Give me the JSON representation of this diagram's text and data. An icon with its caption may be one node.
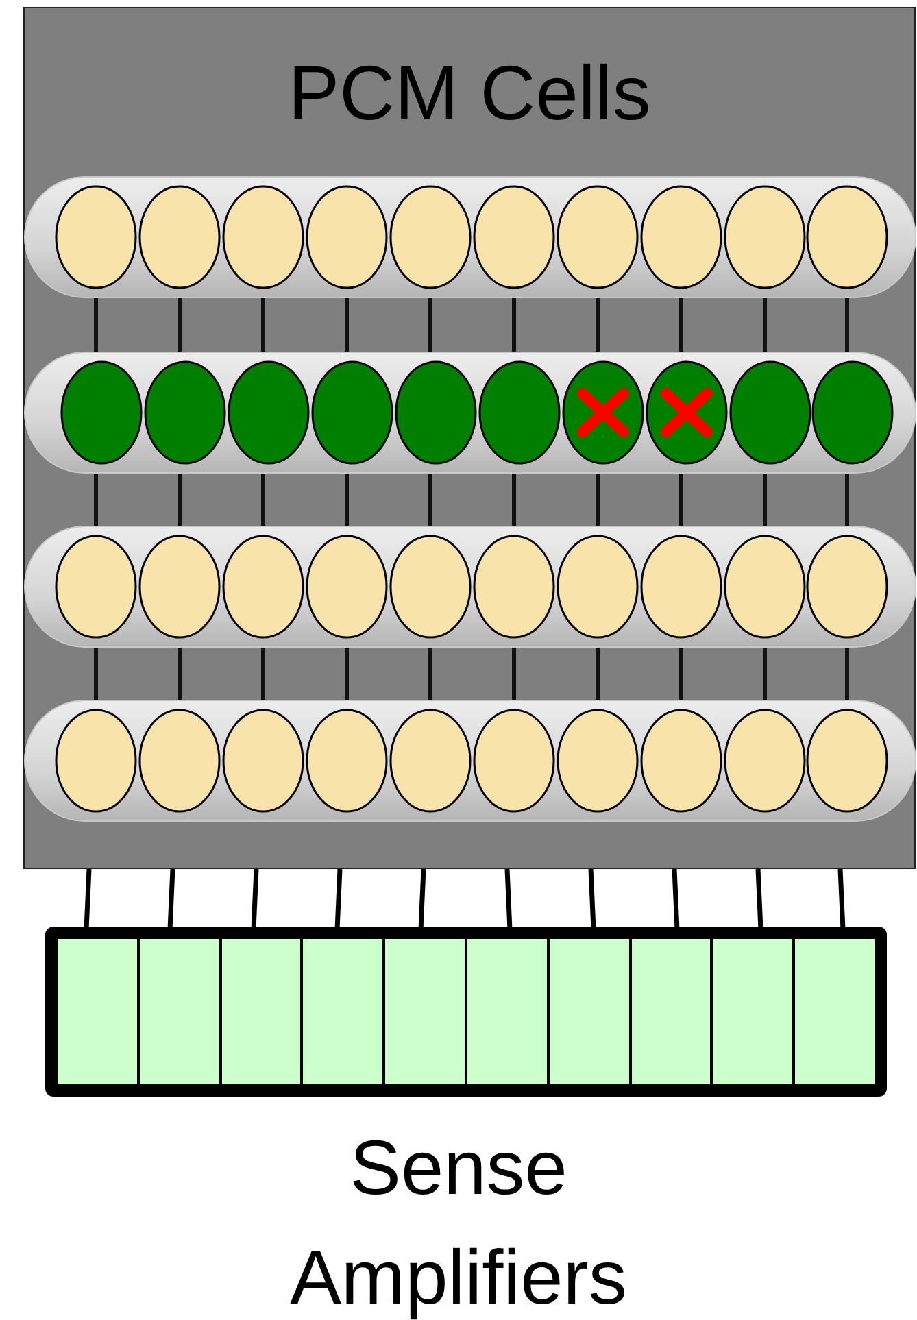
{
  "diagram": {
    "nodes": [
      {
        "text": [
          "PCM Cells"
        ]
      },
      {
        "text": [
          "Sense Amplifiers"
        ]
      }
    ],
    "edges": [
      {
        "from": 0,
        "to": 1,
        "arrow": "none"
      }
    ]
  }
}
